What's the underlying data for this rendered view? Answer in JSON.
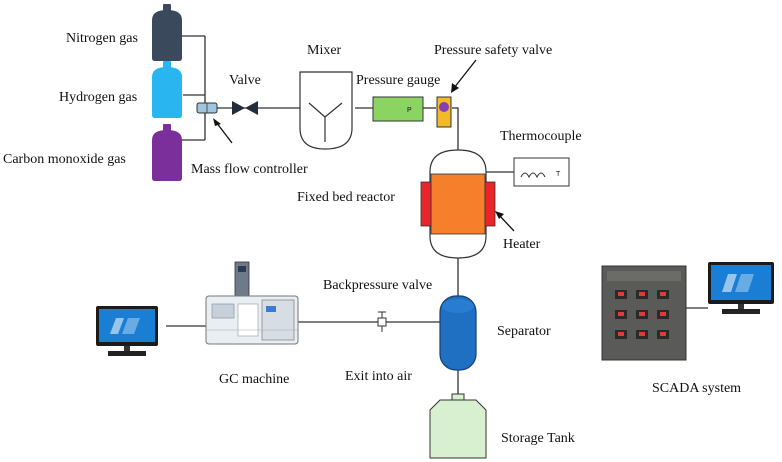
{
  "labels": {
    "nitrogen": "Nitrogen gas",
    "hydrogen": "Hydrogen gas",
    "carbon_monoxide": "Carbon monoxide gas",
    "valve": "Valve",
    "mixer": "Mixer",
    "pressure_gauge": "Pressure gauge",
    "pressure_safety_valve": "Pressure safety valve",
    "mass_flow_controller": "Mass flow controller",
    "thermocouple": "Thermocouple",
    "fixed_bed_reactor": "Fixed bed reactor",
    "heater": "Heater",
    "backpressure_valve": "Backpressure valve",
    "separator": "Separator",
    "gc_machine": "GC machine",
    "exit_into_air": "Exit into air",
    "scada_system": "SCADA system",
    "storage_tank": "Storage Tank",
    "gauge_letter": "P",
    "thermo_letter": "T"
  },
  "colors": {
    "nitrogen_cylinder": "#3a4a5c",
    "hydrogen_cylinder": "#29b6f0",
    "co_cylinder": "#7a2f9a",
    "gauge_fill": "#8cd462",
    "reactor_core": "#f57f2a",
    "heater": "#e8262a",
    "separator": "#1f6fc2",
    "storage_tank": "#d8f0cf",
    "safety_valve": "#f2b928"
  },
  "icons": {
    "computer_left": "desktop-computer-icon",
    "computer_right": "desktop-computer-icon",
    "gc": "gc-machine-icon",
    "scada_panel": "scada-panel-icon"
  }
}
